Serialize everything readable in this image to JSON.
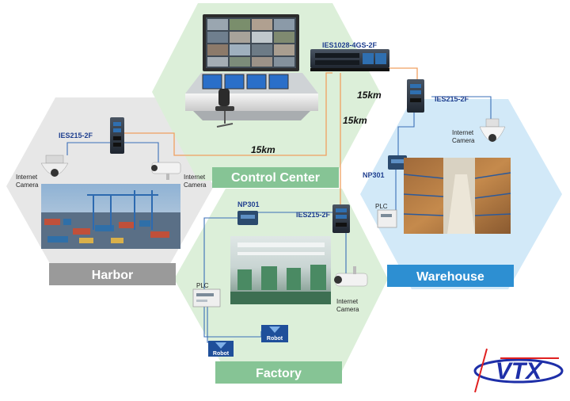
{
  "zones": {
    "control_center": "Control Center",
    "harbor": "Harbor",
    "warehouse": "Warehouse",
    "factory": "Factory"
  },
  "devices": {
    "core_switch": "IES1028-4GS-2F",
    "harbor_switch": "IES215-2F",
    "warehouse_switch": "IES215-2F",
    "factory_switch": "IES215-2F",
    "warehouse_server": "NP301",
    "factory_server": "NP301"
  },
  "labels": {
    "harbor_cam_left": [
      "Internet",
      "Camera"
    ],
    "harbor_cam_right": [
      "Internet",
      "Camera"
    ],
    "warehouse_cam": [
      "Internet",
      "Camera"
    ],
    "factory_cam": [
      "Internet",
      "Camera"
    ],
    "warehouse_plc": "PLC",
    "factory_plc": "PLC",
    "robot_1": "Robot",
    "robot_2": "Robot"
  },
  "links": {
    "harbor_distance": "15km",
    "warehouse_distance": "15km",
    "factory_distance": "15km"
  },
  "logo_text": "VTX",
  "colors": {
    "link_orange": "#f0a060",
    "hex_green": "#dcefd9",
    "hex_grey": "#e7e7e7",
    "hex_blue": "#d2e9f8",
    "label_green": "#86c495",
    "label_grey": "#9a9a9a",
    "label_blue": "#2d8fd2",
    "device_text": "#1f3f8f",
    "logo_blue": "#1e2fa8",
    "logo_red": "#e02020"
  }
}
